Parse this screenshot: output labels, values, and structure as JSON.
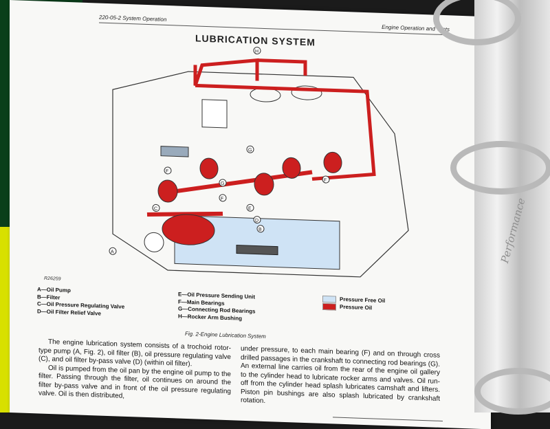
{
  "header": {
    "left": "220-05-2    System Operation",
    "right": "Engine Operation and Tests"
  },
  "figure": {
    "title": "LUBRICATION SYSTEM",
    "reference": "R26259",
    "callouts": [
      "A",
      "B",
      "C",
      "D",
      "E",
      "F",
      "F",
      "F",
      "G",
      "G",
      "H"
    ],
    "legend_left": [
      "A—Oil Pump",
      "B—Filter",
      "C—Oil Pressure Regulating Valve",
      "D—Oil Filter Relief Valve"
    ],
    "legend_right": [
      "E—Oil Pressure Sending Unit",
      "F—Main Bearings",
      "G—Connecting Rod Bearings",
      "H—Rocker Arm Bushing"
    ],
    "key": [
      {
        "label": "Pressure Free Oil",
        "color": "#cfe3f5"
      },
      {
        "label": "Pressure Oil",
        "color": "#cc1f1f"
      }
    ],
    "caption": "Fig. 2-Engine Lubrication System"
  },
  "body": {
    "left": [
      "The engine lubrication system consists of a trochoid rotor-type pump (A, Fig. 2), oil filter (B), oil pressure regulating valve (C), and oil filter by-pass valve (D) (within oil filter).",
      "Oil is pumped from the oil pan by the engine oil pump to the filter. Passing through the filter, oil continues on around the filter by-pass valve and in front of the oil pressure regulating valve. Oil is then distributed,"
    ],
    "right": "under pressure, to each main bearing (F) and on through cross drilled passages in the crankshaft to connecting rod bearings (G). An external line carries oil from the rear of the engine oil gallery to the cylinder head to lubricate rocker arms and valves. Oil run-off from the cylinder head splash lubricates camshaft and lifters. Piston pin bushings are also splash lubricated by crankshaft rotation."
  },
  "binder": {
    "brand": "Performance"
  }
}
